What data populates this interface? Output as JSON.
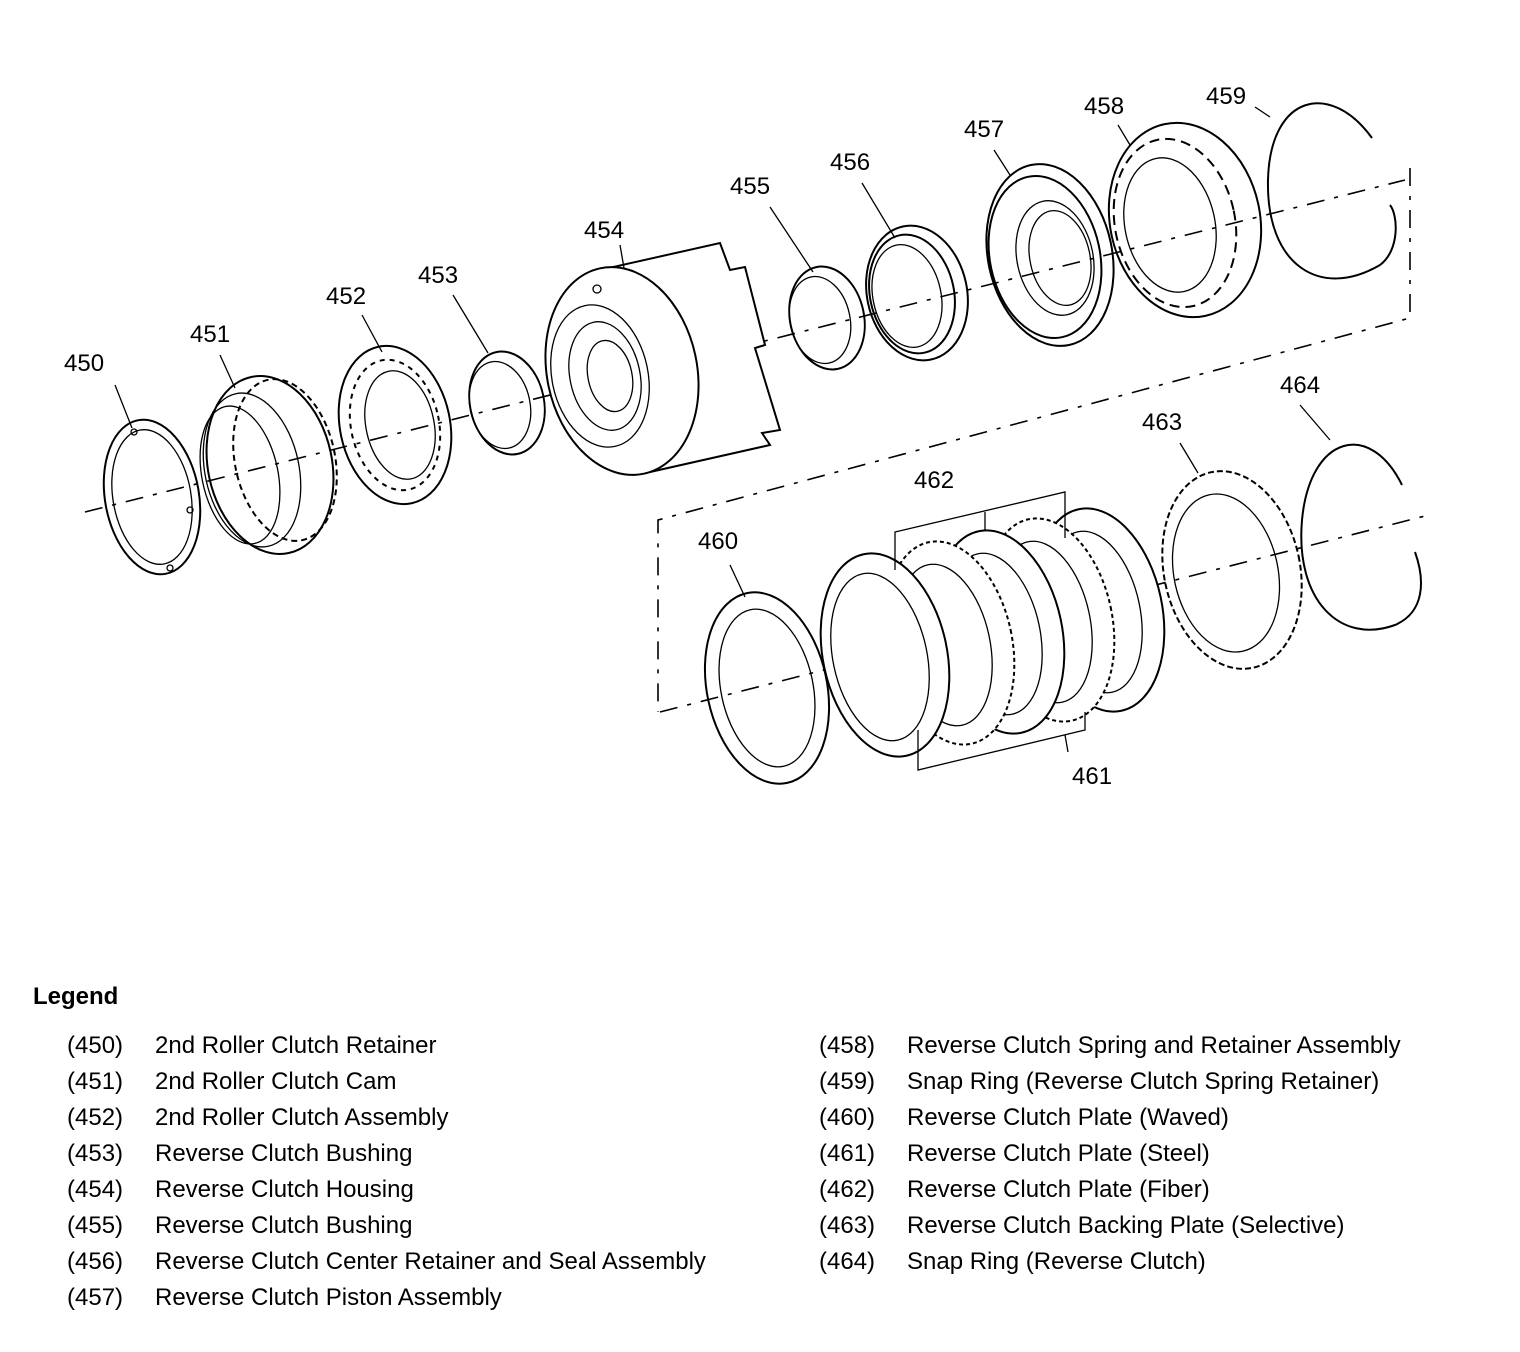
{
  "callouts": [
    "450",
    "451",
    "452",
    "453",
    "454",
    "455",
    "456",
    "457",
    "458",
    "459",
    "460",
    "461",
    "462",
    "463",
    "464"
  ],
  "legend": {
    "title": "Legend",
    "left": [
      {
        "num": "(450)",
        "desc": "2nd Roller Clutch Retainer"
      },
      {
        "num": "(451)",
        "desc": "2nd Roller Clutch Cam"
      },
      {
        "num": "(452)",
        "desc": "2nd Roller Clutch Assembly"
      },
      {
        "num": "(453)",
        "desc": "Reverse Clutch Bushing"
      },
      {
        "num": "(454)",
        "desc": "Reverse Clutch Housing"
      },
      {
        "num": "(455)",
        "desc": "Reverse Clutch Bushing"
      },
      {
        "num": "(456)",
        "desc": "Reverse Clutch Center Retainer and Seal Assembly"
      },
      {
        "num": "(457)",
        "desc": "Reverse Clutch Piston Assembly"
      }
    ],
    "right": [
      {
        "num": "(458)",
        "desc": "Reverse Clutch Spring and Retainer Assembly"
      },
      {
        "num": "(459)",
        "desc": "Snap Ring (Reverse Clutch Spring Retainer)"
      },
      {
        "num": "(460)",
        "desc": "Reverse Clutch Plate (Waved)"
      },
      {
        "num": "(461)",
        "desc": "Reverse Clutch Plate (Steel)"
      },
      {
        "num": "(462)",
        "desc": "Reverse Clutch Plate (Fiber)"
      },
      {
        "num": "(463)",
        "desc": "Reverse Clutch Backing Plate (Selective)"
      },
      {
        "num": "(464)",
        "desc": "Snap Ring (Reverse Clutch)"
      }
    ]
  }
}
